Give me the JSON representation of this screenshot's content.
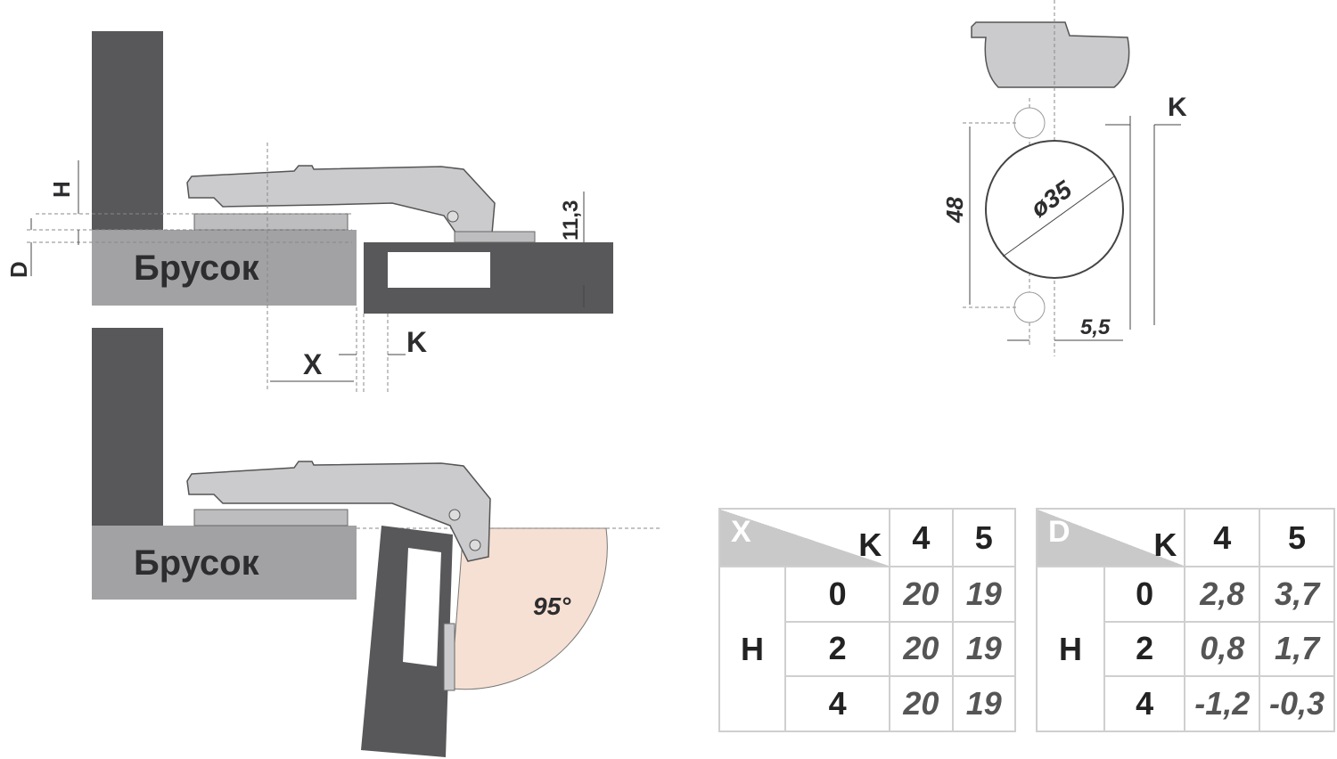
{
  "colors": {
    "dark_panel": "#58585a",
    "brusok": "#a2a2a4",
    "hinge": "#cbcbcd",
    "arc": "#f6e0d3"
  },
  "diagram": {
    "brusok_label": "Брусок",
    "label_h": "H",
    "label_d": "D",
    "label_x": "X",
    "label_k": "K",
    "dim_11_3": "11,3",
    "angle": "95°",
    "top_view": {
      "dim_48": "48",
      "dim_diameter": "ø35",
      "dim_5_5": "5,5",
      "label_k": "K"
    }
  },
  "table_x": {
    "corner_label": "X",
    "col_header": "K",
    "row_header": "H",
    "columns": [
      "4",
      "5"
    ],
    "rows": [
      {
        "h": "0",
        "values": [
          "20",
          "19"
        ]
      },
      {
        "h": "2",
        "values": [
          "20",
          "19"
        ]
      },
      {
        "h": "4",
        "values": [
          "20",
          "19"
        ]
      }
    ]
  },
  "table_d": {
    "corner_label": "D",
    "col_header": "K",
    "row_header": "H",
    "columns": [
      "4",
      "5"
    ],
    "rows": [
      {
        "h": "0",
        "values": [
          "2,8",
          "3,7"
        ]
      },
      {
        "h": "2",
        "values": [
          "0,8",
          "1,7"
        ]
      },
      {
        "h": "4",
        "values": [
          "-1,2",
          "-0,3"
        ]
      }
    ]
  }
}
